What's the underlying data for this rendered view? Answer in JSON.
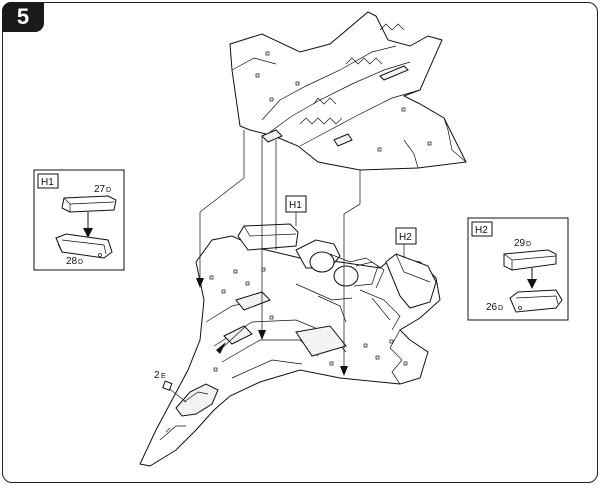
{
  "step": {
    "number": "5"
  },
  "callouts": {
    "h1_box": {
      "tag": "H1",
      "top_num": "27",
      "top_sub": "D",
      "bottom_num": "28",
      "bottom_sub": "D"
    },
    "h2_box": {
      "tag": "H2",
      "top_num": "29",
      "top_sub": "D",
      "bottom_num": "26",
      "bottom_sub": "D"
    },
    "h1_marker": "H1",
    "h2_marker": "H2",
    "part_2e": {
      "num": "2",
      "sub": "E"
    }
  }
}
